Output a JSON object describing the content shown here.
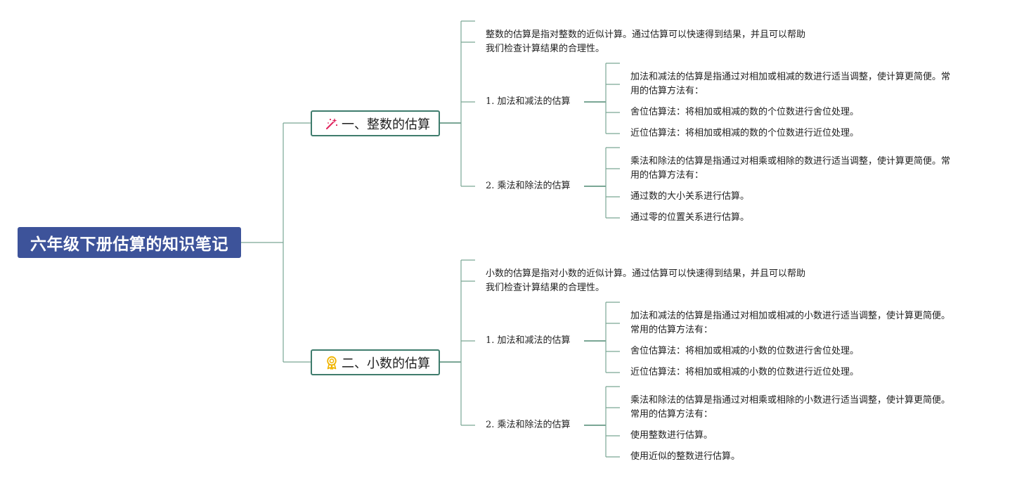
{
  "root": {
    "title": "六年级下册估算的知识笔记"
  },
  "topics": [
    {
      "label": "一、整数的估算",
      "icon": "magic-wand-icon",
      "intro": [
        "整数的估算是指对整数的近似计算。通过估算可以快速得到结果，并且可以帮助",
        "我们检查计算结果的合理性。"
      ],
      "subs": [
        {
          "label": "1. 加法和减法的估算",
          "items": [
            [
              "加法和减法的估算是指通过对相加或相减的数进行适当调整，使计算更简便。常",
              "用的估算方法有："
            ],
            [
              "舍位估算法：将相加或相减的数的个位数进行舍位处理。"
            ],
            [
              "近位估算法：将相加或相减的数的个位数进行近位处理。"
            ]
          ]
        },
        {
          "label": "2. 乘法和除法的估算",
          "items": [
            [
              "乘法和除法的估算是指通过对相乘或相除的数进行适当调整，使计算更简便。常",
              "用的估算方法有："
            ],
            [
              "通过数的大小关系进行估算。"
            ],
            [
              "通过零的位置关系进行估算。"
            ]
          ]
        }
      ]
    },
    {
      "label": "二、小数的估算",
      "icon": "award-ribbon-icon",
      "intro": [
        "小数的估算是指对小数的近似计算。通过估算可以快速得到结果，并且可以帮助",
        "我们检查计算结果的合理性。"
      ],
      "subs": [
        {
          "label": "1. 加法和减法的估算",
          "items": [
            [
              "加法和减法的估算是指通过对相加或相减的小数进行适当调整，使计算更简便。",
              "常用的估算方法有："
            ],
            [
              "舍位估算法：将相加或相减的小数的位数进行舍位处理。"
            ],
            [
              "近位估算法：将相加或相减的小数的位数进行近位处理。"
            ]
          ]
        },
        {
          "label": "2. 乘法和除法的估算",
          "items": [
            [
              "乘法和除法的估算是指通过对相乘或相除的小数进行适当调整，使计算更简便。",
              "常用的估算方法有："
            ],
            [
              "使用整数进行估算。"
            ],
            [
              "使用近似的整数进行估算。"
            ]
          ]
        }
      ]
    }
  ],
  "colors": {
    "root_bg": "#3d539a",
    "connector": "#7aa695",
    "topic_border": "#3f7c6d",
    "wand_icon": "#e0245e",
    "award_icon": "#f0b400"
  }
}
